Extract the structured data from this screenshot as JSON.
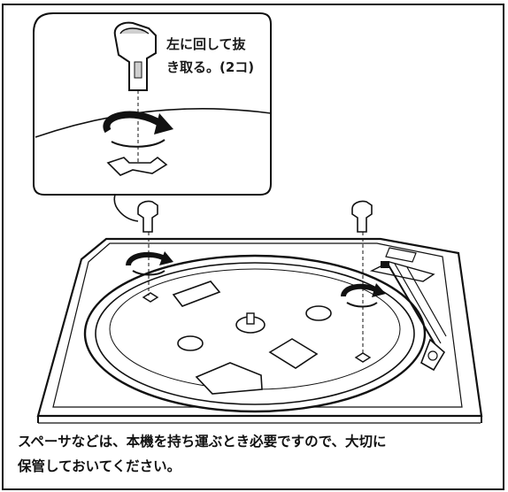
{
  "callout": {
    "line1": "左に回して抜",
    "line2": "き取る。(2コ)"
  },
  "note": {
    "line1": "スペーサなどは、本機を持ち運ぶとき必要ですので、大切に",
    "line2": "保管しておいてください。"
  },
  "colors": {
    "ink": "#111111",
    "paper": "#ffffff",
    "shade": "#cfcfcf"
  },
  "icons": [
    "spacer-icon",
    "rotate-left-arrow-icon",
    "spacer-slot-icon",
    "turntable-icon",
    "tonearm-icon"
  ]
}
